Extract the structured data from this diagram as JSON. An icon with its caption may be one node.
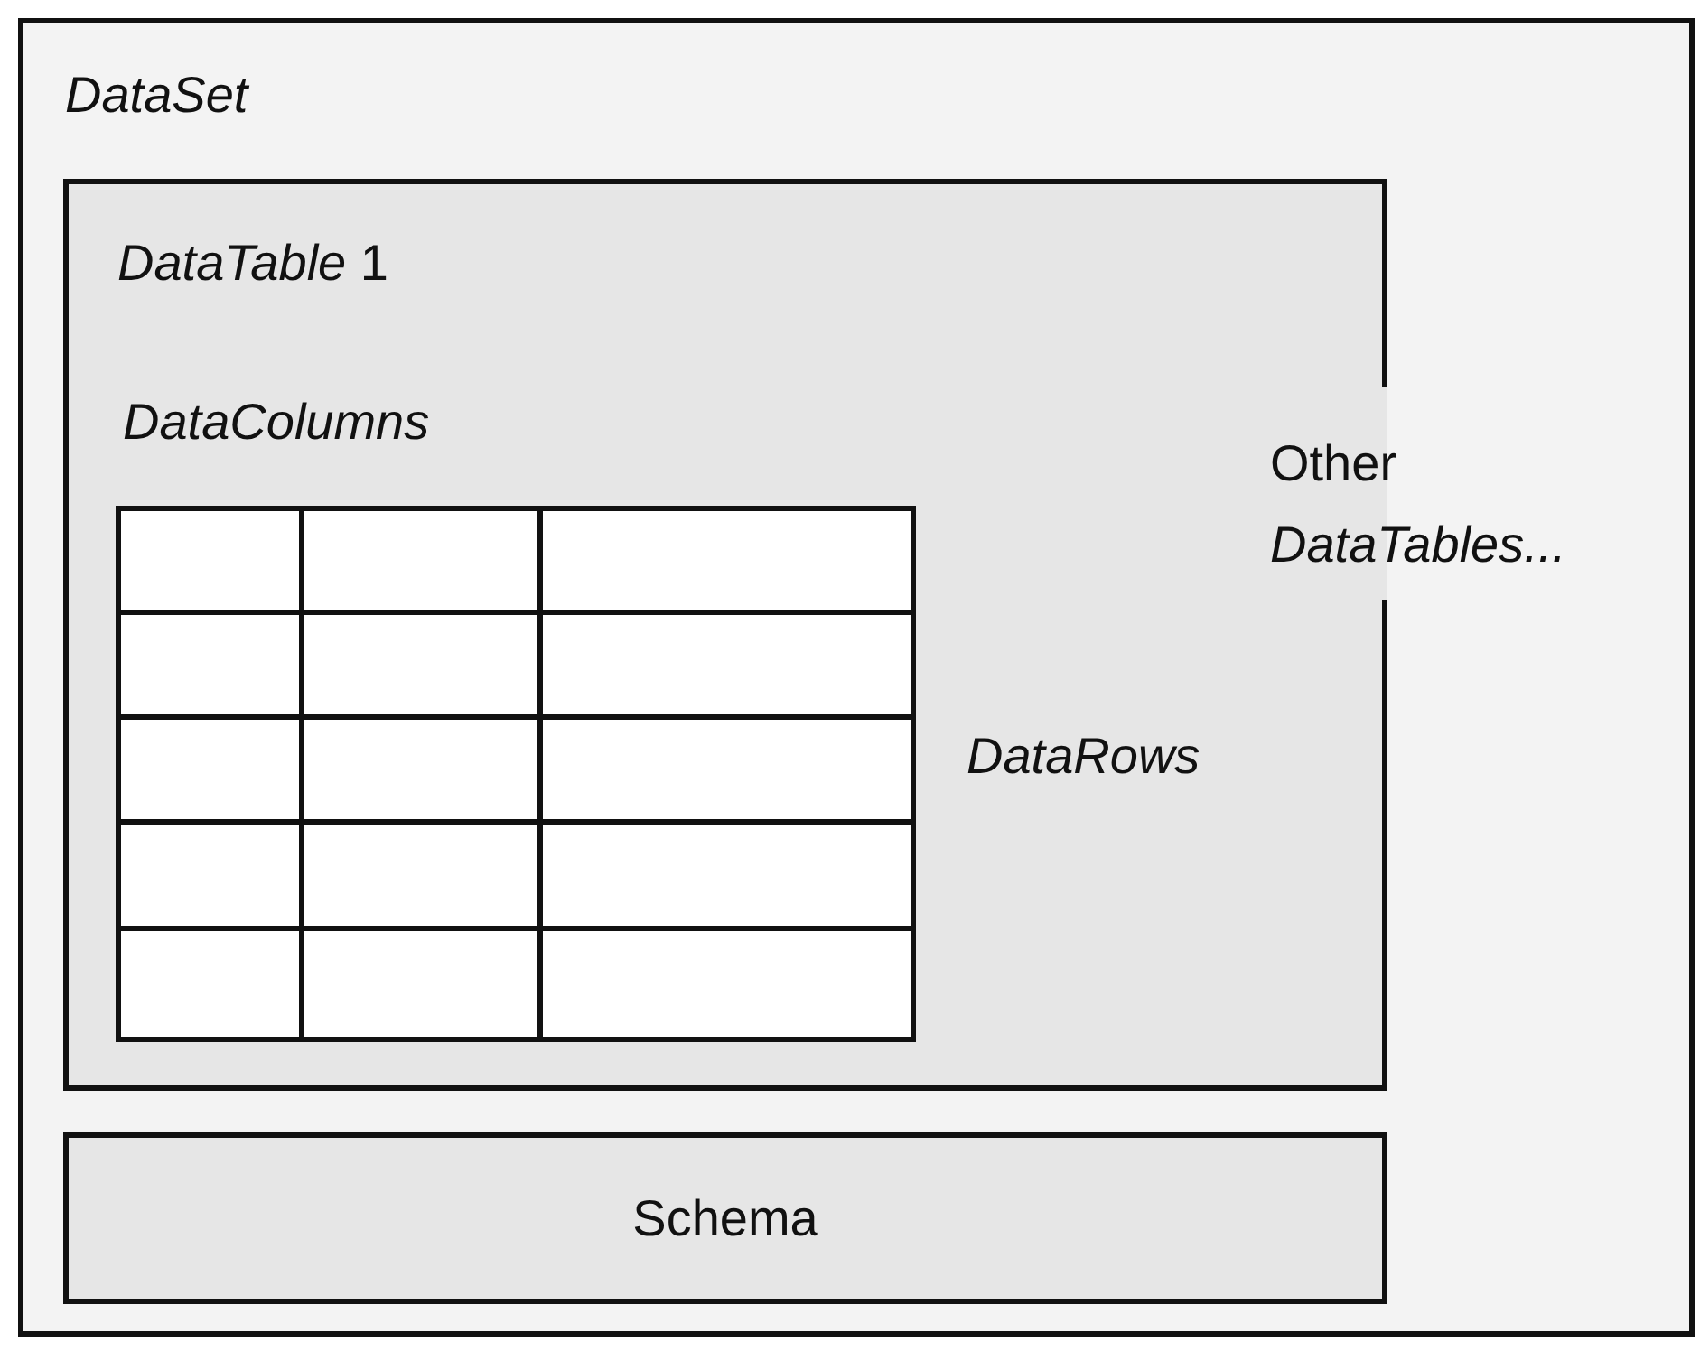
{
  "diagram": {
    "nodes": [
      {
        "text": [
          "DataSet"
        ]
      },
      {
        "text": [
          "*DataTable* 1"
        ],
        "in": 0
      },
      {
        "text": [],
        "shape": "table",
        "in": 1
      },
      {
        "text": [
          "Schema"
        ],
        "in": 0
      }
    ],
    "labels": [
      "DataColumns",
      "DataRows",
      "Other *DataTables...*"
    ]
  }
}
